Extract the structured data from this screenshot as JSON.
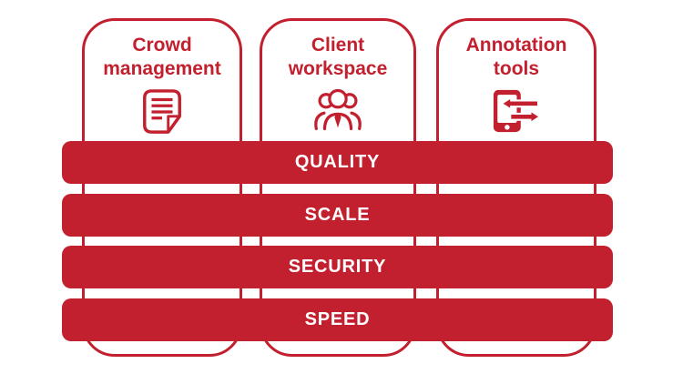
{
  "diagram": {
    "columns": [
      {
        "title": "Crowd management",
        "icon": "document-icon"
      },
      {
        "title": "Client workspace",
        "icon": "team-icon"
      },
      {
        "title": "Annotation tools",
        "icon": "phone-sync-icon"
      }
    ],
    "bars": [
      {
        "label": "QUALITY"
      },
      {
        "label": "SCALE"
      },
      {
        "label": "SECURITY"
      },
      {
        "label": "SPEED"
      }
    ],
    "colors": {
      "primary_red": "#c3202f",
      "bar_text": "#ffffff",
      "background": "#ffffff"
    }
  }
}
